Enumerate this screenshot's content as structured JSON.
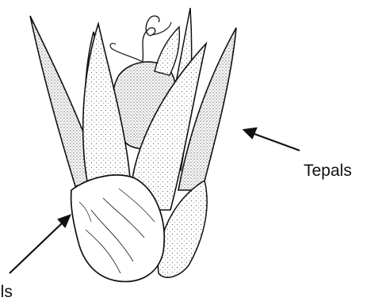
{
  "labels": {
    "tepals": "Tepals",
    "bract_fragment": "lls"
  },
  "colors": {
    "line": "#111111",
    "background": "#ffffff"
  },
  "illustration": {
    "subject": "flower-bud-with-tepals-and-bract"
  }
}
